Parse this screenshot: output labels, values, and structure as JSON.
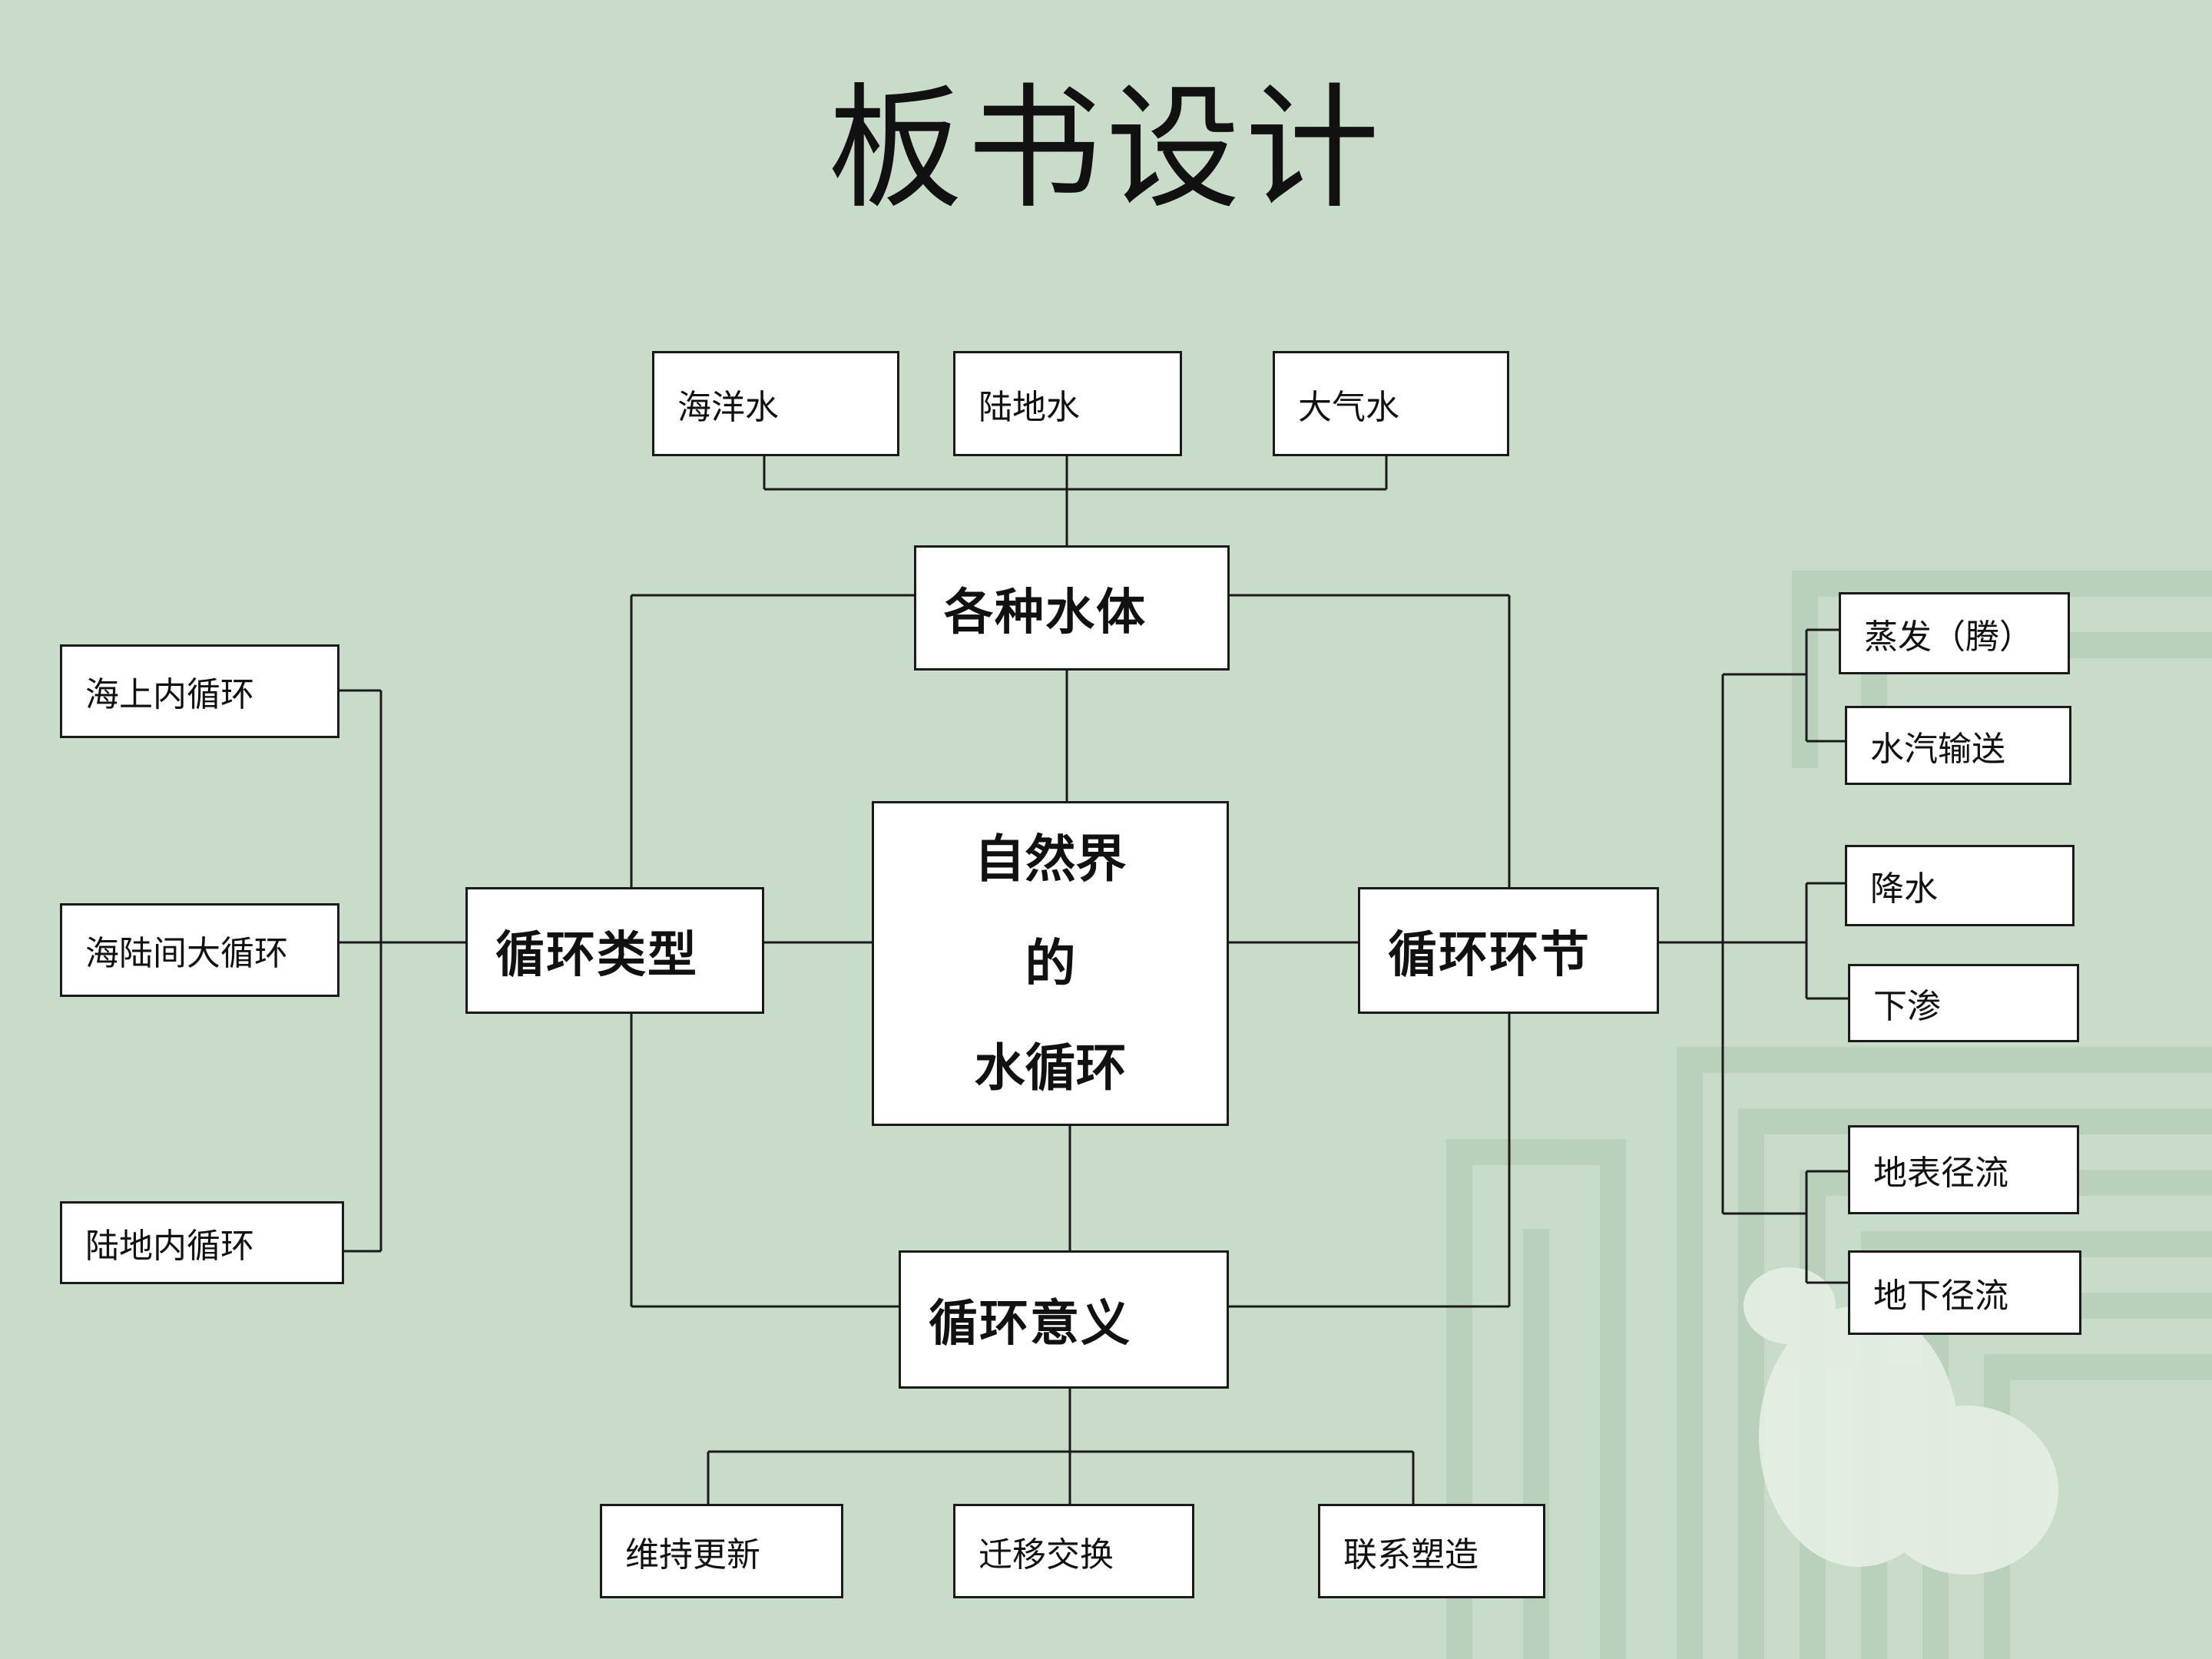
{
  "title": "板书设计",
  "center": {
    "line1": "自然界",
    "line2": "的",
    "line3": "水循环"
  },
  "nodes": {
    "water_bodies": "各种水体",
    "cycle_types": "循环类型",
    "cycle_links": "循环环节",
    "cycle_significance": "循环意义"
  },
  "water_bodies_items": [
    "海洋水",
    "陆地水",
    "大气水"
  ],
  "cycle_types_items": [
    "海上内循环",
    "海陆间大循环",
    "陆地内循环"
  ],
  "cycle_links_items": [
    "蒸发（腾）",
    "水汽输送",
    "降水",
    "下渗",
    "地表径流",
    "地下径流"
  ],
  "cycle_significance_items": [
    "维持更新",
    "迁移交换",
    "联系塑造"
  ],
  "colors": {
    "background": "#c9dcc9",
    "box_fill": "#ffffff",
    "line": "#1a1a1a"
  }
}
